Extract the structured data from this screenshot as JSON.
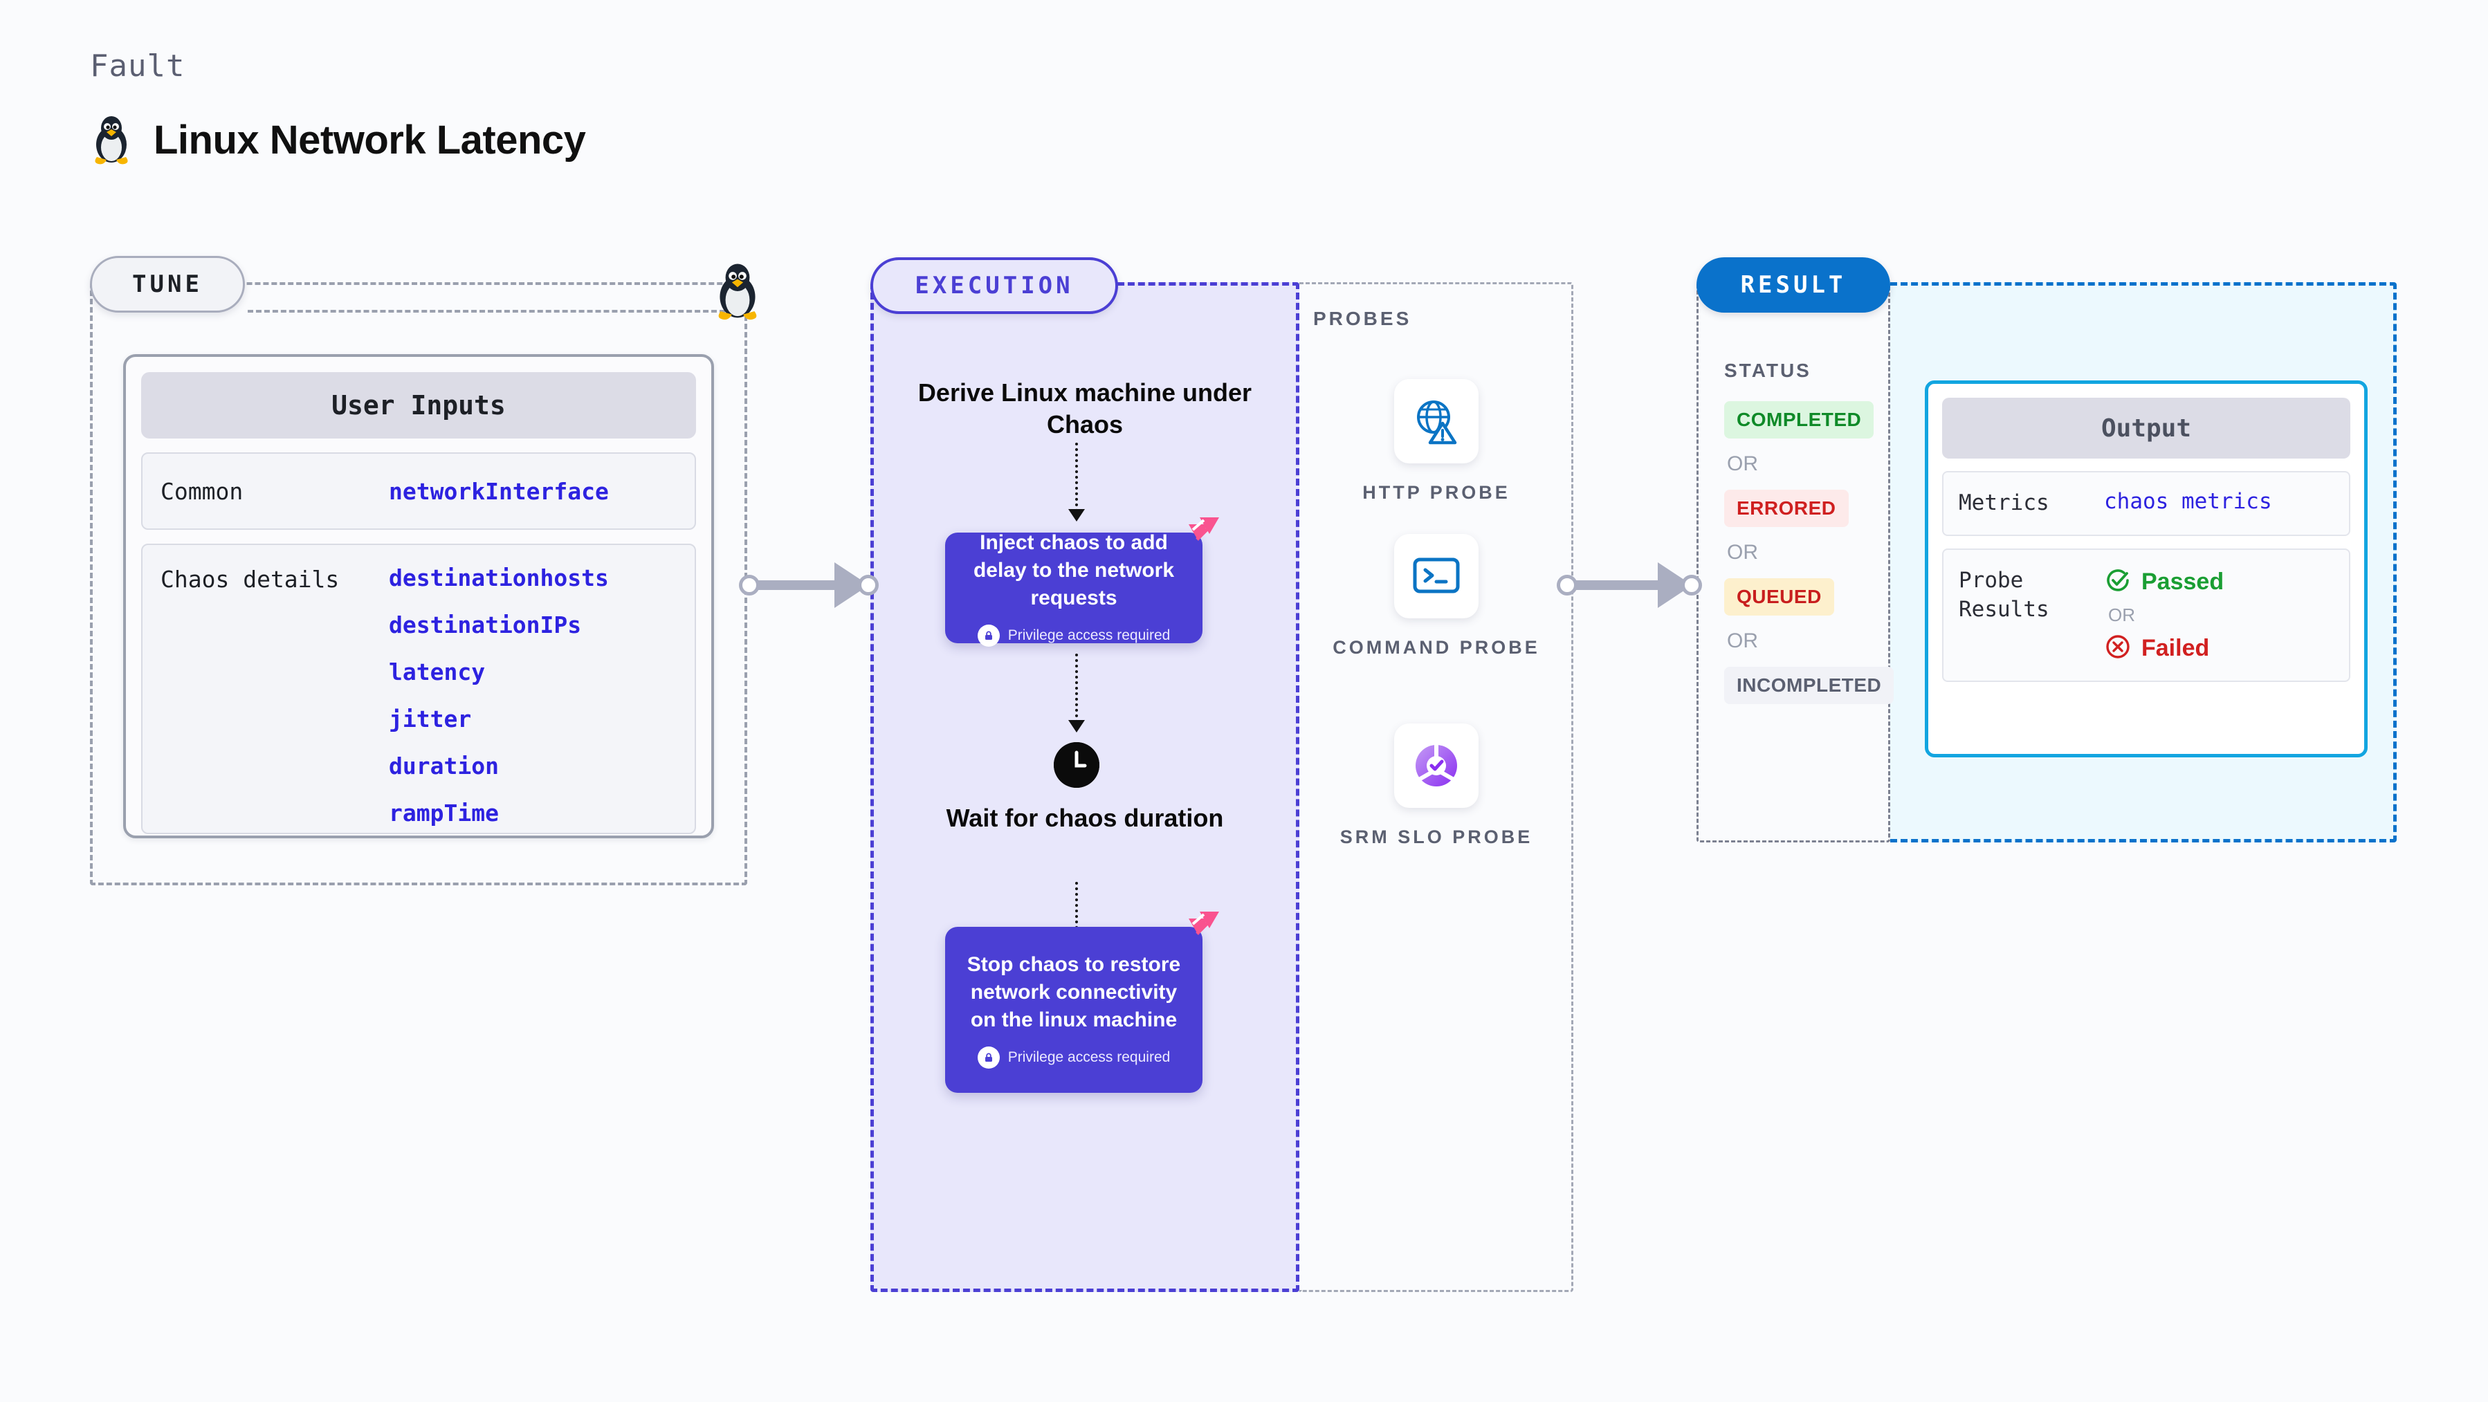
{
  "header": {
    "eyebrow": "Fault",
    "title": "Linux Network Latency",
    "icon": "linux-tux-icon"
  },
  "tune": {
    "label": "TUNE",
    "card_title": "User Inputs",
    "rows": [
      {
        "key": "Common",
        "values": [
          "networkInterface"
        ]
      },
      {
        "key": "Chaos details",
        "values": [
          "destinationhosts",
          "destinationIPs",
          "latency",
          "jitter",
          "duration",
          "rampTime"
        ]
      }
    ]
  },
  "execution": {
    "label": "EXECUTION",
    "step_derive": "Derive Linux machine under Chaos",
    "step_inject": "Inject chaos to add delay to the network requests",
    "step_wait": "Wait for chaos duration",
    "step_stop": "Stop chaos to restore network connectivity on the linux machine",
    "privilege_note": "Privilege access required"
  },
  "probes": {
    "label": "PROBES",
    "items": [
      {
        "name": "HTTP PROBE",
        "icon": "globe-warning-icon"
      },
      {
        "name": "COMMAND PROBE",
        "icon": "terminal-icon"
      },
      {
        "name": "SRM SLO PROBE",
        "icon": "slo-donut-check-icon"
      }
    ]
  },
  "result": {
    "label": "RESULT",
    "status_label": "STATUS",
    "or_text": "OR",
    "statuses": [
      {
        "text": "COMPLETED",
        "style": "b-completed"
      },
      {
        "text": "ERRORED",
        "style": "b-errored"
      },
      {
        "text": "QUEUED",
        "style": "b-queued"
      },
      {
        "text": "INCOMPLETED",
        "style": "b-incompleted"
      }
    ]
  },
  "output": {
    "card_title": "Output",
    "metrics_key": "Metrics",
    "metrics_value": "chaos metrics",
    "probe_results_key": "Probe Results",
    "passed": "Passed",
    "failed": "Failed",
    "or_text": "OR"
  },
  "colors": {
    "purple": "#4b3fd4",
    "lavender_bg": "#e8e7fb",
    "result_blue": "#0a72cb",
    "cyan": "#12a5e0",
    "cyan_bg": "#ecf9fe",
    "mono_value_blue": "#2d22e0",
    "pink_badge": "#f9538f",
    "gray_arrow": "#aaaec1"
  }
}
